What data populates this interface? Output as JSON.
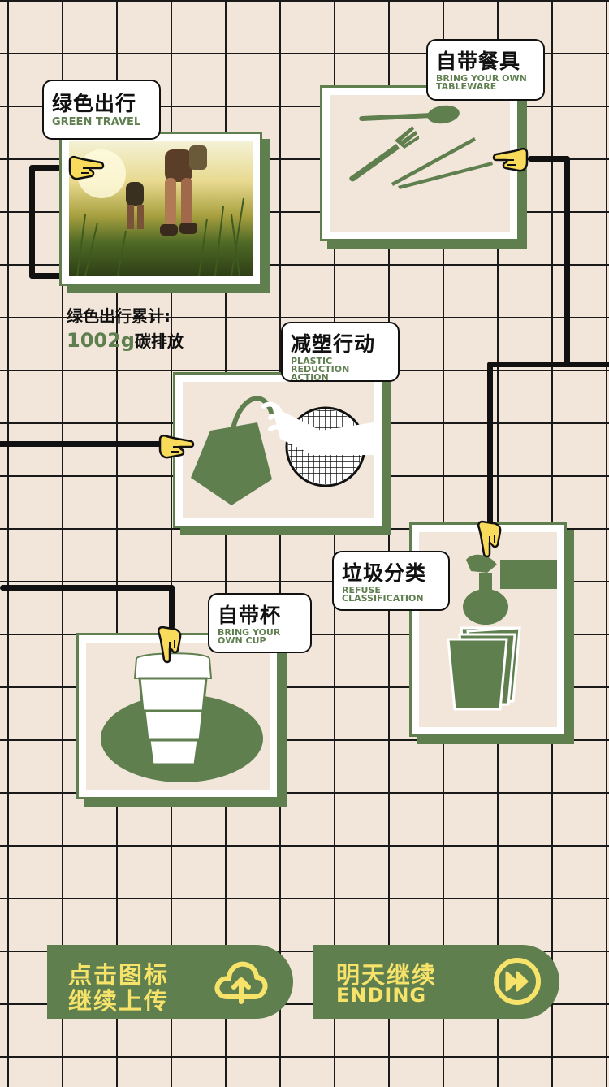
{
  "colors": {
    "background": "#f2e6da",
    "grid": "#1a1a1a",
    "accent_green": "#5f7f4f",
    "highlight_yellow": "#f7e36a",
    "hand_yellow": "#f9db5c"
  },
  "cards": {
    "green_travel": {
      "title_zh": "绿色出行",
      "title_en": "GREEN TRAVEL",
      "icon": "hiking-photo"
    },
    "tableware": {
      "title_zh": "自带餐具",
      "title_en_1": "BRING YOUR OWN",
      "title_en_2": "TABLEWARE",
      "icon": "spoon-fork-chopsticks-icon"
    },
    "plastic": {
      "title_zh": "减塑行动",
      "title_en_1": "PLASTIC REDUCTION",
      "title_en_2": "ACTION",
      "icon": "tote-bag-icon"
    },
    "refuse": {
      "title_zh": "垃圾分类",
      "title_en_1": "REFUSE",
      "title_en_2": "CLASSIFICATION",
      "icon": "trash-bin-icon"
    },
    "cup": {
      "title_zh": "自带杯",
      "title_en_1": "BRING YOUR",
      "title_en_2": "OWN CUP",
      "icon": "reusable-cup-icon"
    }
  },
  "stats": {
    "label": "绿色出行累计:",
    "value": "1002g",
    "unit": "碳排放"
  },
  "buttons": {
    "upload": {
      "line1": "点击图标",
      "line2": "继续上传",
      "icon": "cloud-upload-icon"
    },
    "ending": {
      "line1": "明天继续",
      "line2": "ENDING",
      "icon": "fast-forward-icon"
    }
  }
}
